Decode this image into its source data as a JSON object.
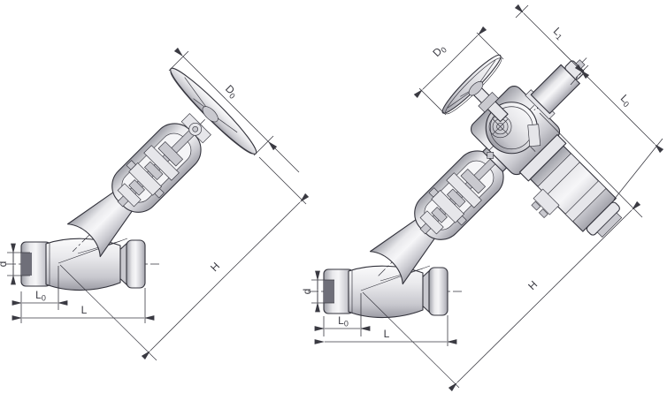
{
  "drawing": {
    "background": "#ffffff",
    "line_color": "#32323b",
    "dim_color": "#3a3a42",
    "views": {
      "manual": {
        "labels": {
          "d0": {
            "main": "D",
            "sub": "0"
          },
          "h": {
            "main": "H",
            "sub": ""
          },
          "d": {
            "main": "d",
            "sub": ""
          },
          "l0": {
            "main": "L",
            "sub": "0"
          },
          "l": {
            "main": "L",
            "sub": ""
          }
        }
      },
      "actuated": {
        "labels": {
          "d0": {
            "main": "D",
            "sub": "0"
          },
          "l1": {
            "main": "L",
            "sub": "1"
          },
          "l0_upper": {
            "main": "L",
            "sub": "0"
          },
          "h": {
            "main": "H",
            "sub": ""
          },
          "d": {
            "main": "d",
            "sub": ""
          },
          "l0": {
            "main": "L",
            "sub": "0"
          },
          "l": {
            "main": "L",
            "sub": ""
          }
        }
      }
    }
  }
}
